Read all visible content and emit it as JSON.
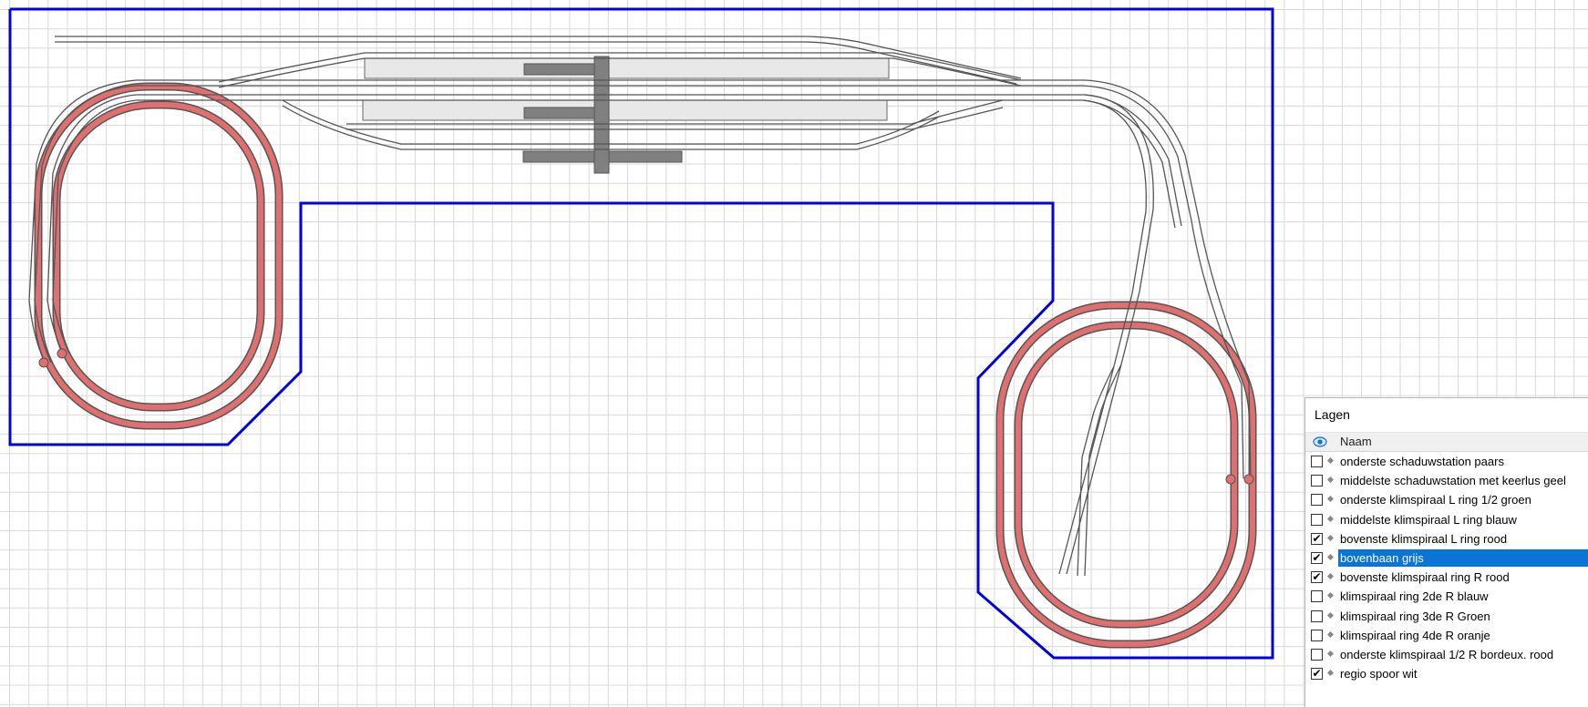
{
  "layers_panel": {
    "title": "Lagen",
    "column_header": "Naam",
    "visibility_icon": "eye-icon",
    "items": [
      {
        "name": "onderste schaduwstation paars",
        "checked": false,
        "selected": false
      },
      {
        "name": "middelste schaduwstation met keerlus geel",
        "checked": false,
        "selected": false
      },
      {
        "name": "onderste klimspiraal L ring 1/2 groen",
        "checked": false,
        "selected": false
      },
      {
        "name": "middelste klimspiraal L ring blauw",
        "checked": false,
        "selected": false
      },
      {
        "name": "bovenste klimspiraal L ring rood",
        "checked": true,
        "selected": false
      },
      {
        "name": "bovenbaan grijs",
        "checked": true,
        "selected": true
      },
      {
        "name": "bovenste klimspiraal ring R rood",
        "checked": true,
        "selected": false
      },
      {
        "name": "klimspiraal ring 2de R blauw",
        "checked": false,
        "selected": false
      },
      {
        "name": "klimspiraal ring 3de R Groen",
        "checked": false,
        "selected": false
      },
      {
        "name": "klimspiraal ring 4de R oranje",
        "checked": false,
        "selected": false
      },
      {
        "name": "onderste klimspiraal 1/2   R bordeux. rood",
        "checked": false,
        "selected": false
      },
      {
        "name": "regio spoor wit",
        "checked": true,
        "selected": false
      }
    ]
  },
  "canvas": {
    "background_color": "#ffffff",
    "grid_color": "#d8d8d8",
    "boundary_color": "#0000e0",
    "spiral_color": "#e07070",
    "track_color": "#555555",
    "platform_color": "#e8e8e8",
    "structure_color": "#808080"
  }
}
